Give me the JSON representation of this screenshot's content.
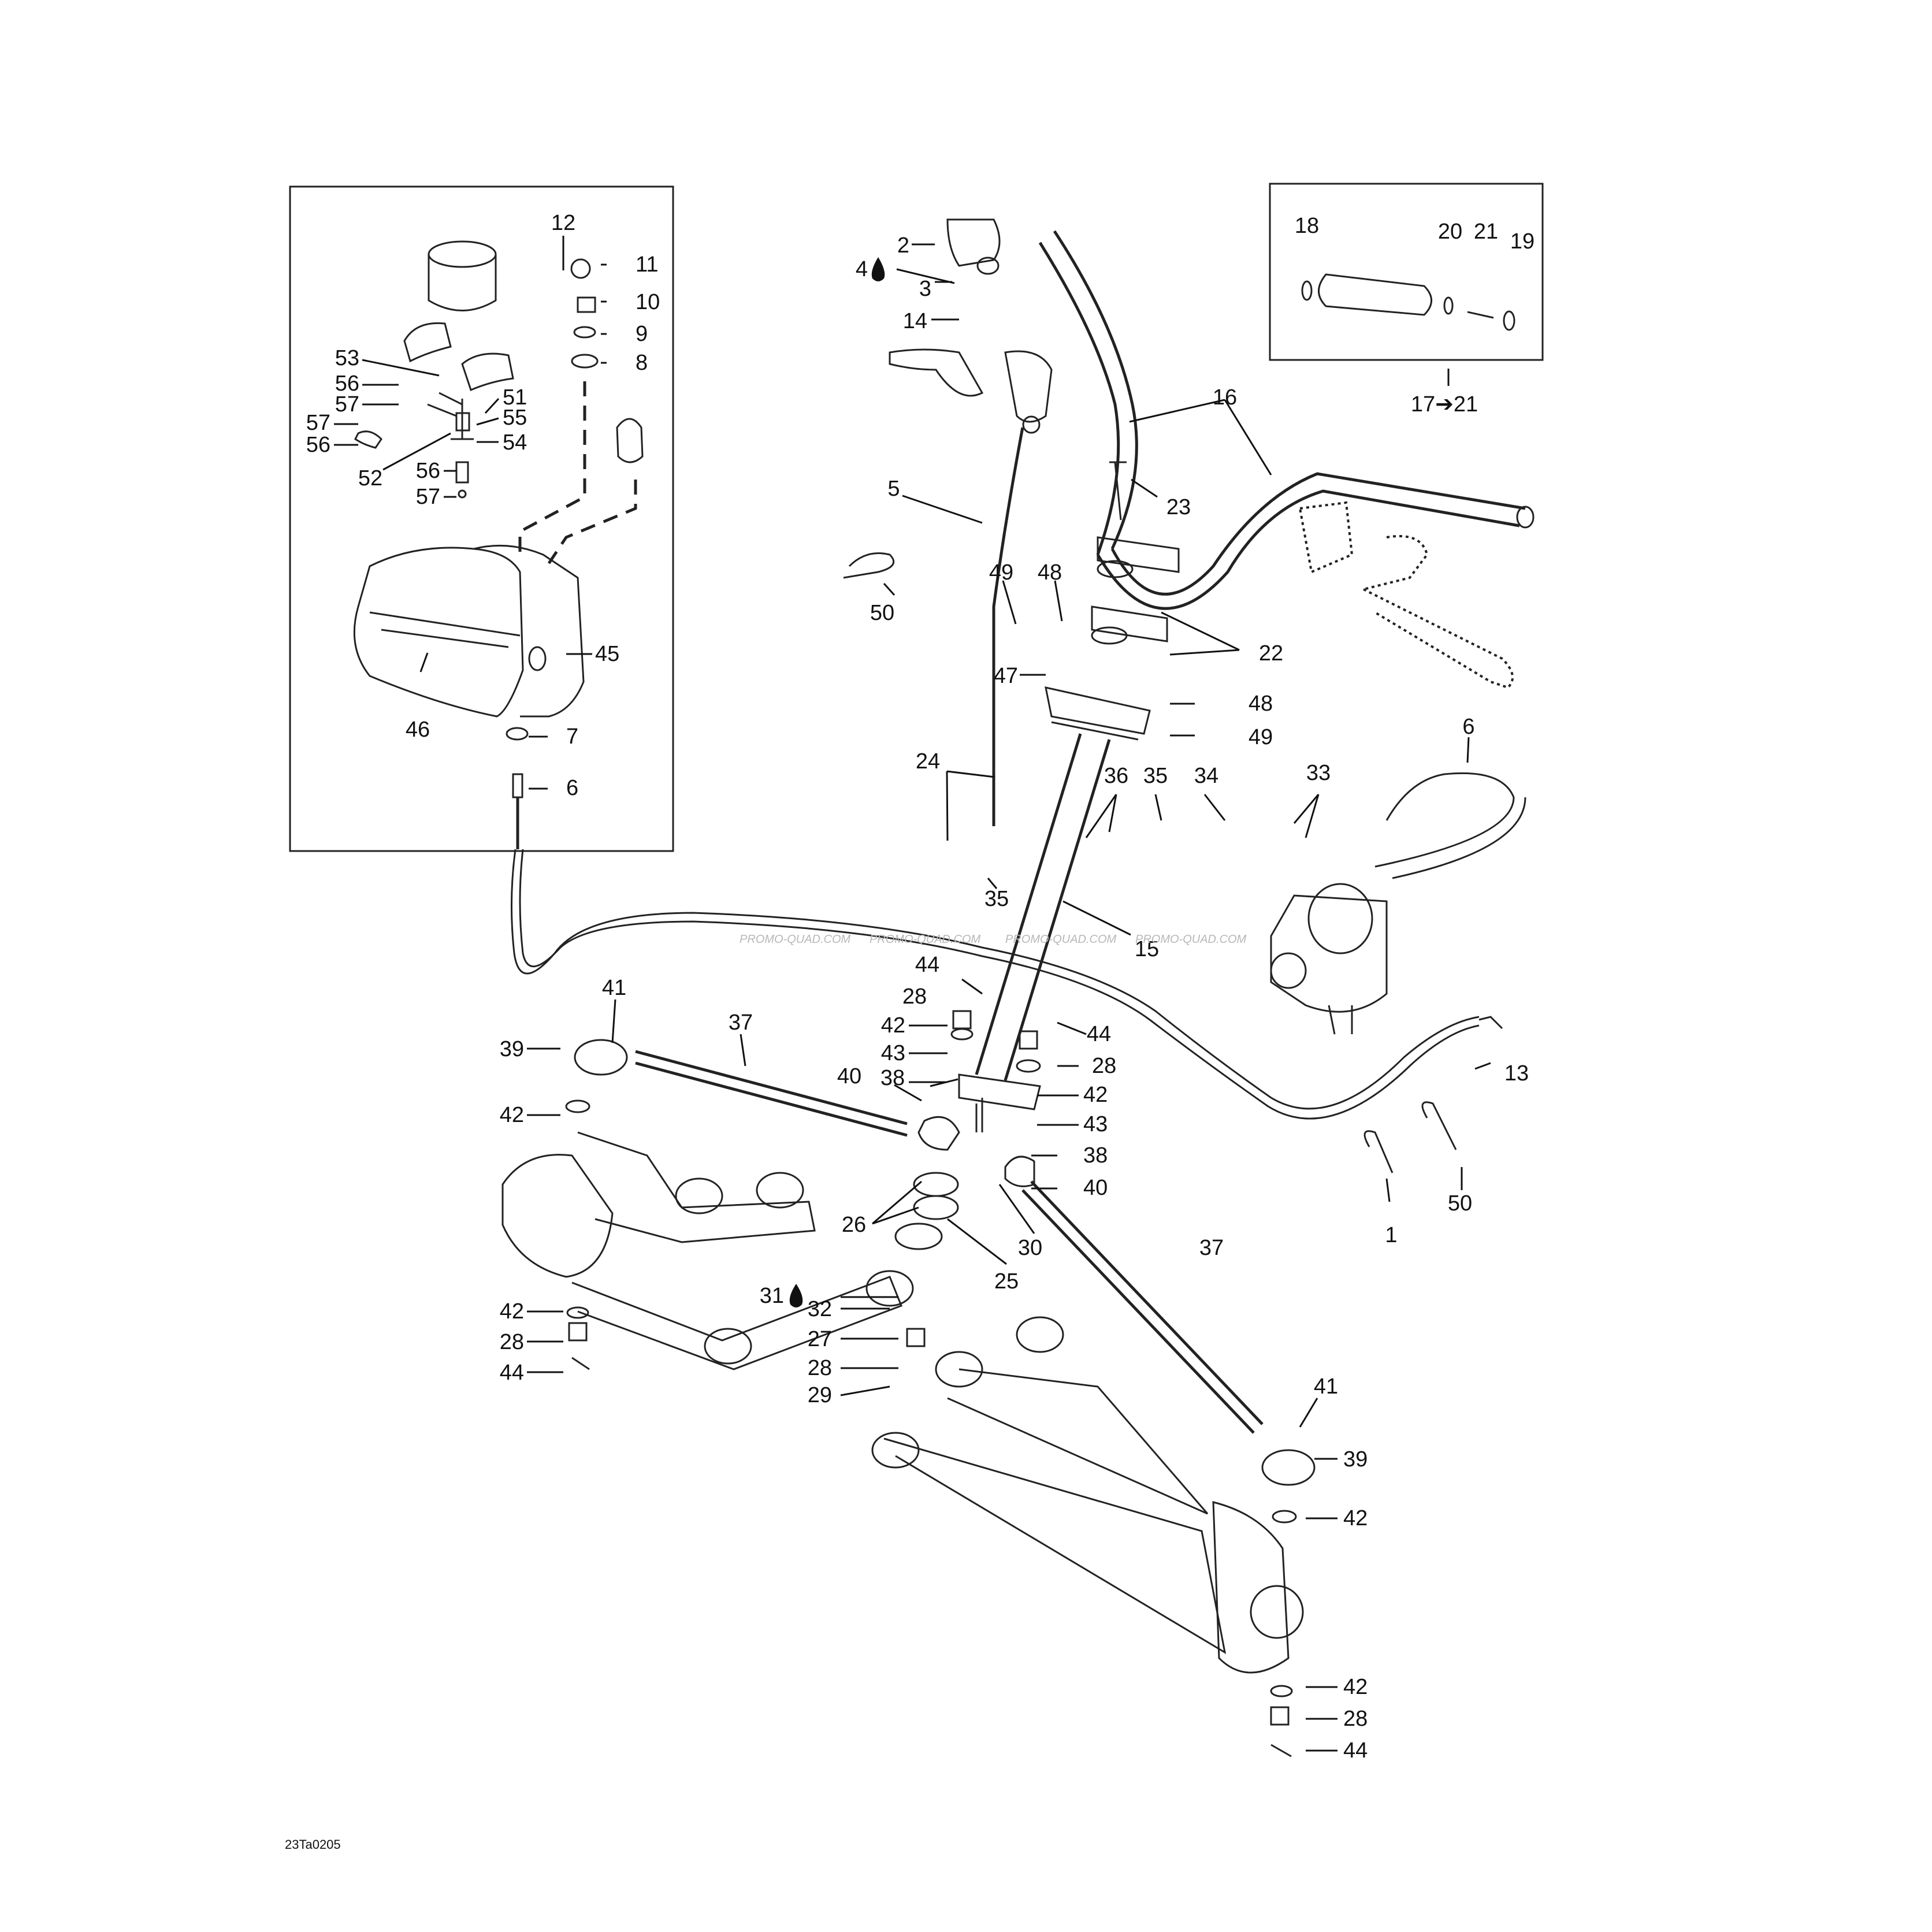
{
  "figure_code": "23Ta0205",
  "watermark": "PROMO-QUAD.COM",
  "callouts": {
    "n1": "1",
    "n2": "2",
    "n3": "3",
    "n4": "4",
    "n5": "5",
    "n6": "6",
    "n7": "7",
    "n8": "8",
    "n9": "9",
    "n10": "10",
    "n11": "11",
    "n12": "12",
    "n13": "13",
    "n14": "14",
    "n15": "15",
    "n16": "16",
    "n17_21": "17➔21",
    "n18": "18",
    "n19": "19",
    "n20": "20",
    "n21": "21",
    "n22": "22",
    "n23": "23",
    "n24": "24",
    "n25": "25",
    "n26": "26",
    "n27": "27",
    "n28": "28",
    "n29": "29",
    "n30": "30",
    "n31": "31",
    "n32": "32",
    "n33": "33",
    "n34": "34",
    "n35": "35",
    "n36": "36",
    "n37": "37",
    "n38": "38",
    "n39": "39",
    "n40": "40",
    "n41": "41",
    "n42": "42",
    "n43": "43",
    "n44": "44",
    "n45": "45",
    "n46": "46",
    "n47": "47",
    "n48": "48",
    "n49": "49",
    "n50": "50",
    "n51": "51",
    "n52": "52",
    "n53": "53",
    "n54": "54",
    "n55": "55",
    "n56": "56",
    "n57": "57"
  }
}
